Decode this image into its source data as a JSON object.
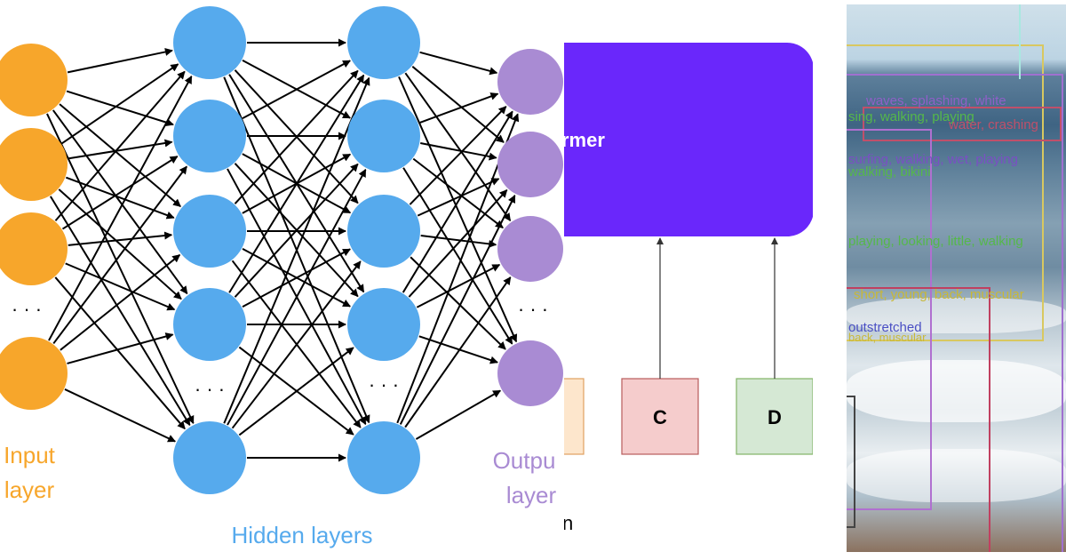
{
  "network": {
    "input_label": [
      "Input",
      "layer"
    ],
    "hidden_label": "Hidden layers",
    "output_label": [
      "Outpu",
      "layer"
    ],
    "ellipsis": "· · ·",
    "colors": {
      "input": "#f7a62b",
      "hidden": "#56aaed",
      "output": "#a98bd3",
      "edge": "#000000"
    }
  },
  "transformer": {
    "title_fragment": "rmer",
    "caption_fragment": "n",
    "inputs": [
      {
        "label": "",
        "fill": "#fde6cc",
        "stroke": "#e0a060"
      },
      {
        "label": "C",
        "fill": "#f5cccc",
        "stroke": "#b85c5c"
      },
      {
        "label": "D",
        "fill": "#d5e8d4",
        "stroke": "#82b366"
      }
    ],
    "block_color": "#6a27fb"
  },
  "photo": {
    "tags": [
      {
        "text": "waves, splashing, white",
        "color": "#8f5fc8"
      },
      {
        "text": "sing, walking, playing",
        "color": "#55b84a"
      },
      {
        "text": "water, crashing",
        "color": "#c0506a"
      },
      {
        "text": "surfing, walking, wet, playing",
        "color": "#7a4fc4"
      },
      {
        "text": "walking, bikini",
        "color": "#55b84a"
      },
      {
        "text": "playing, looking, little, walking",
        "color": "#55b84a"
      },
      {
        "text": "short, young, back, muscular",
        "color": "#c8b838"
      },
      {
        "text": "outstretched",
        "color": "#4a4fc4"
      },
      {
        "text": "back, muscular",
        "color": "#c8b838"
      }
    ]
  }
}
